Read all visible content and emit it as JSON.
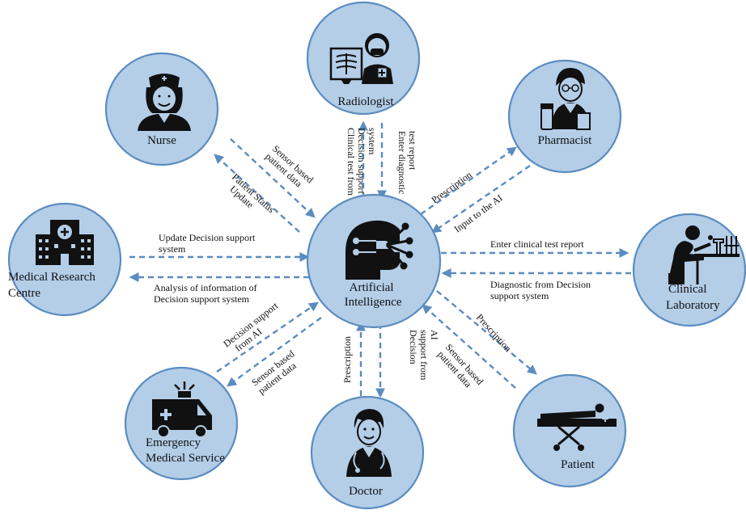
{
  "nodes": {
    "center": {
      "line1": "Artificial",
      "line2": "Intelligence"
    },
    "radiologist": {
      "label": "Radiologist"
    },
    "nurse": {
      "label": "Nurse"
    },
    "pharmacist": {
      "label": "Pharmacist"
    },
    "research": {
      "line1": "Medical Research",
      "line2": "Centre"
    },
    "lab": {
      "line1": "Clinical",
      "line2": "Laboratory"
    },
    "ems": {
      "line1": "Emergency",
      "line2": "Medical Service"
    },
    "doctor": {
      "label": "Doctor"
    },
    "patient": {
      "label": "Patient"
    }
  },
  "arrows": {
    "nurse_out": {
      "line1": "Sensor based",
      "line2": "patient data"
    },
    "nurse_in": {
      "line1": "Patient Status",
      "line2": "Update"
    },
    "rad_up": {
      "line1": "Clinical test from",
      "line2": "Decision support",
      "line3": "system"
    },
    "rad_down": {
      "line1": "Enter diagnostic",
      "line2": "test report"
    },
    "pharm_out": {
      "label": "Prescription"
    },
    "pharm_in": {
      "label": "Input to the AI"
    },
    "research_in": {
      "line1": "Update Decision support",
      "line2": "system"
    },
    "research_out": {
      "line1": "Analysis of information of",
      "line2": "Decision support system"
    },
    "lab_in": {
      "label": "Enter clinical test report"
    },
    "lab_out": {
      "line1": "Diagnostic from Decision",
      "line2": "support system"
    },
    "ems_out": {
      "line1": "Decision support",
      "line2": "from AI"
    },
    "ems_in": {
      "line1": "Sensor based",
      "line2": "patient data"
    },
    "doc_up": {
      "label": "Prescription"
    },
    "doc_down": {
      "line1": "Decision",
      "line2": "support from",
      "line3": "AI"
    },
    "patient_out": {
      "label": "Prescription"
    },
    "patient_in": {
      "line1": "Sensor based",
      "line2": "patient data"
    }
  }
}
